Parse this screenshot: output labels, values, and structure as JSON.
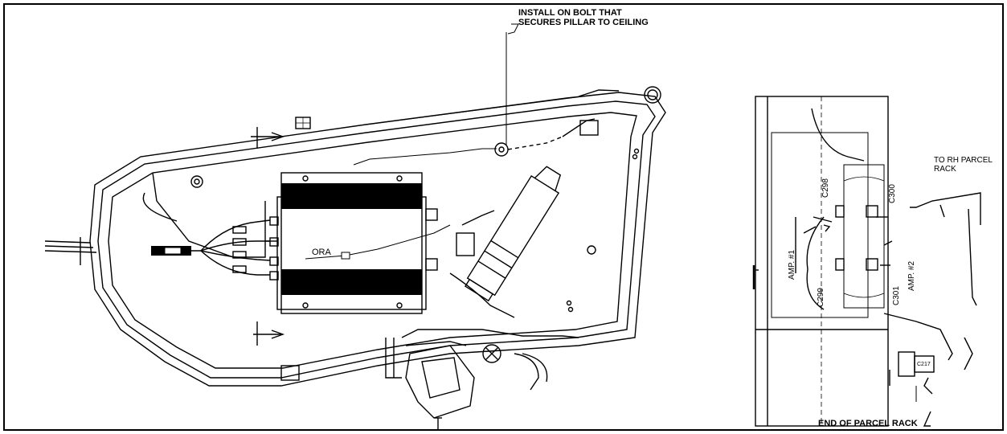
{
  "labels": {
    "install_line1": "INSTALL ON BOLT THAT",
    "install_line2": "SECURES PILLAR TO CEILING",
    "ora": "ORA",
    "to_rh_line1": "TO RH PARCEL",
    "to_rh_line2": "RACK",
    "end_parcel": "END OF PARCEL RACK",
    "c298": "C298",
    "c299": "C299",
    "c300": "C300",
    "c301": "C301",
    "amp1": "AMP. #1",
    "amp2": "AMP. #2",
    "c217": "C217"
  }
}
